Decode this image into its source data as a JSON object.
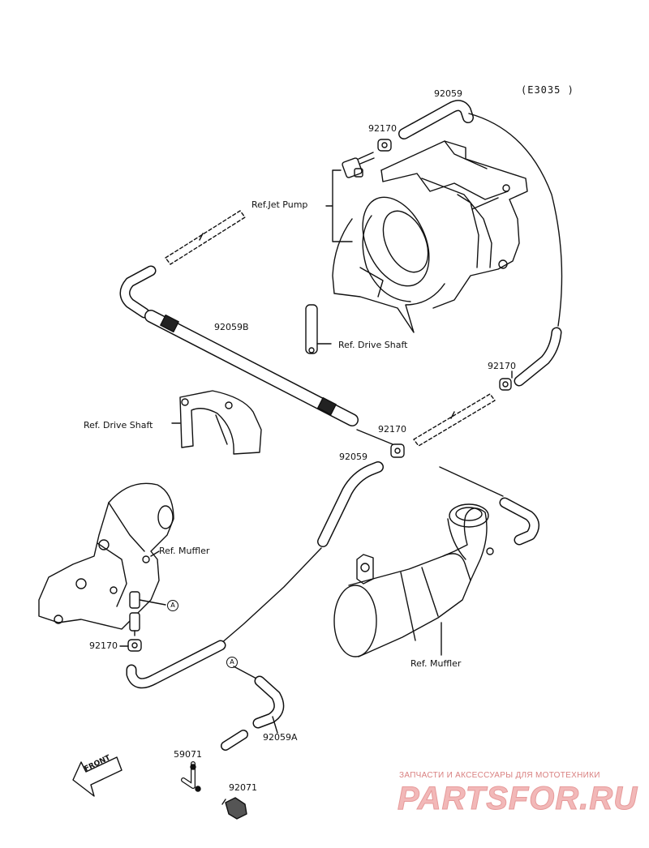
{
  "diagram_code": "(E3035 )",
  "part_labels": {
    "p92059_top": "92059",
    "p92170_top": "92170",
    "ref_jet_pump": "Ref.Jet Pump",
    "p92059b": "92059B",
    "ref_drive_shaft_right": "Ref. Drive Shaft",
    "p92170_right": "92170",
    "ref_drive_shaft_left": "Ref. Drive Shaft",
    "p92170_mid": "92170",
    "p92059_mid": "92059",
    "ref_muffler_left": "Ref. Muffler",
    "ref_muffler_right": "Ref. Muffler",
    "p92170_left": "92170",
    "p92059a": "92059A",
    "p59071": "59071",
    "p92071": "92071"
  },
  "markers": {
    "a_left": "A",
    "a_bottom": "A"
  },
  "front_arrow": "FRONT",
  "watermark": {
    "tagline": "ЗАПЧАСТИ И АКСЕССУАРЫ ДЛЯ МОТОТЕХНИКИ",
    "brand": "PARTSFOR.RU"
  }
}
